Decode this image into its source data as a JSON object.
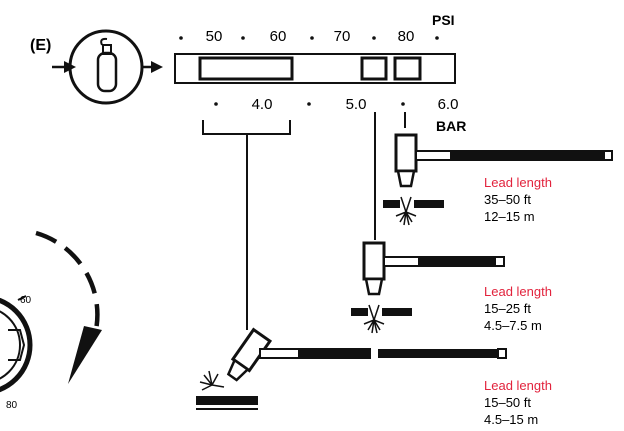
{
  "section_label": "(E)",
  "psi": {
    "unit": "PSI",
    "ticks": [
      "50",
      "60",
      "70",
      "80"
    ]
  },
  "bar": {
    "unit": "BAR",
    "ticks": [
      "4.0",
      "5.0",
      "6.0"
    ]
  },
  "gauge": {
    "ticks": [
      "60",
      "80"
    ]
  },
  "lead_settings": [
    {
      "title": "Lead length",
      "feet": "35–50 ft",
      "meters": "12–15 m"
    },
    {
      "title": "Lead length",
      "feet": "15–25 ft",
      "meters": "4.5–7.5 m"
    },
    {
      "title": "Lead length",
      "feet": "15–50 ft",
      "meters": "4.5–15 m"
    }
  ],
  "icons": [
    "gas-cylinder-icon",
    "flow-arrow-icon",
    "rotation-arrow-icon",
    "torch-icon",
    "spark-icon"
  ],
  "colors": {
    "accent": "#e2233d",
    "ink": "#111111",
    "background": "#ffffff"
  }
}
